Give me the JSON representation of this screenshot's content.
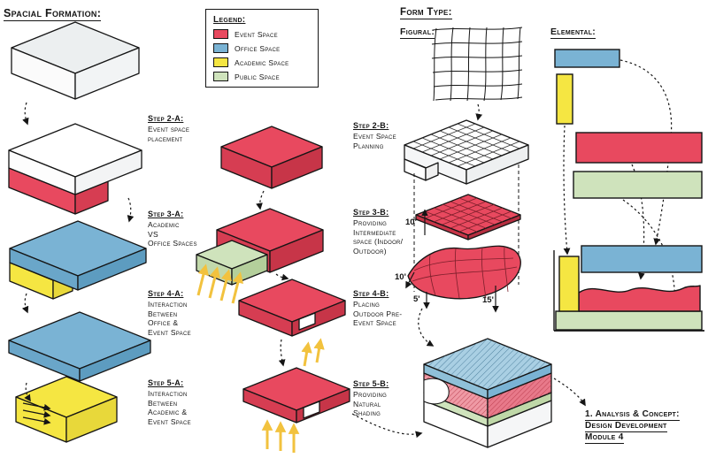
{
  "palette": {
    "event": "#e8495f",
    "office": "#7ab3d4",
    "academic": "#f5e642",
    "public": "#cfe3bc"
  },
  "headers": {
    "spacial": "Spacial Formation:",
    "form_type": "Form Type:",
    "figural": "Figural:",
    "elemental": "Elemental:"
  },
  "legend": {
    "title": "Legend:",
    "items": [
      {
        "label": "Event Space",
        "color": "#e8495f"
      },
      {
        "label": "Office Space",
        "color": "#7ab3d4"
      },
      {
        "label": "Academic Space",
        "color": "#f5e642"
      },
      {
        "label": "Public Space",
        "color": "#cfe3bc"
      }
    ]
  },
  "steps_a": [
    {
      "title": "Step 2-A:",
      "lines": [
        "Event space",
        "placement"
      ]
    },
    {
      "title": "Step 3-A:",
      "lines": [
        "Academic",
        "VS",
        "Office Spaces"
      ]
    },
    {
      "title": "Step 4-A:",
      "lines": [
        "Interaction",
        "Between",
        "Office &",
        "Event Space"
      ]
    },
    {
      "title": "Step 5-A:",
      "lines": [
        "Interaction",
        "Between",
        "Academic &",
        "Event Space"
      ]
    }
  ],
  "steps_b": [
    {
      "title": "Step 2-B:",
      "lines": [
        "Event Space",
        "Planning"
      ]
    },
    {
      "title": "Step 3-B:",
      "lines": [
        "Providing",
        "Intermediate",
        "space (Indoor/",
        "Outdoor)"
      ]
    },
    {
      "title": "Step 4-B:",
      "lines": [
        "Placing",
        "Outdoor Pre-",
        "Event Space"
      ]
    },
    {
      "title": "Step 5-B:",
      "lines": [
        "Providing",
        "Natural",
        "Shading"
      ]
    }
  ],
  "dimensions": {
    "d1": "10'",
    "d2": "10'",
    "d3": "5'",
    "d4": "15'"
  },
  "footer": {
    "line1": "1. Analysis & Concept:",
    "line2": "Design Development",
    "line3": "Module 4"
  }
}
